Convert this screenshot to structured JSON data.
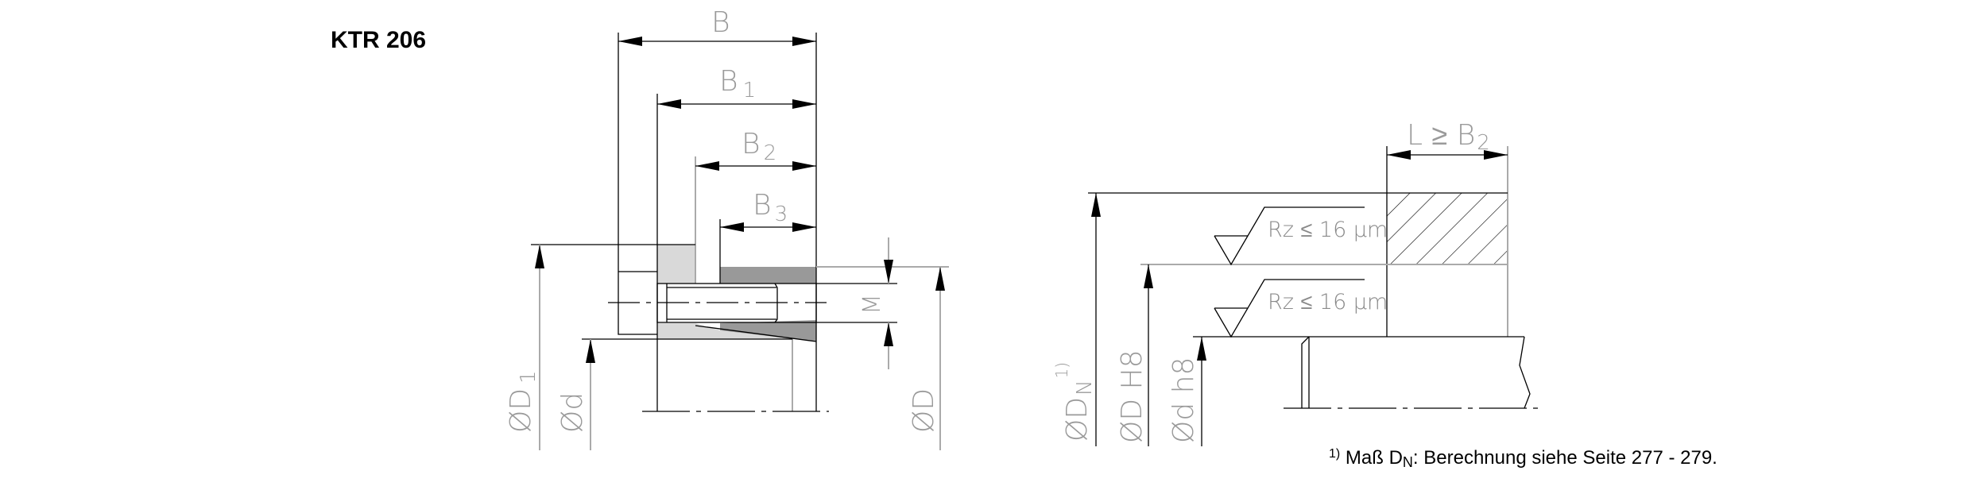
{
  "title": "KTR 206",
  "left_drawing": {
    "dim_B": {
      "main": "B"
    },
    "dim_B1": {
      "main": "B",
      "sub": "1"
    },
    "dim_B2": {
      "main": "B",
      "sub": "2"
    },
    "dim_B3": {
      "main": "B",
      "sub": "3"
    },
    "dim_D1": {
      "main": "ØD",
      "sub": "1"
    },
    "dim_d": {
      "main": "Ød"
    },
    "dim_D": {
      "main": "ØD"
    },
    "dim_M": {
      "main": "M"
    },
    "colors": {
      "light_fill": "#d9d9d9",
      "dark_fill": "#999999"
    }
  },
  "right_drawing": {
    "dim_L": {
      "main": "L  ≥  B",
      "sub": "2"
    },
    "dim_DN": {
      "main": "ØD",
      "sub": "N",
      "note": "1)"
    },
    "dim_DH8": {
      "main": "ØD H8"
    },
    "dim_dh8": {
      "main": "Ød h8"
    },
    "roughness_top": "Rz ≤ 16 µm",
    "roughness_bottom": "Rz ≤ 16 µm"
  },
  "footnote": {
    "mark": "1)",
    "text_a": " Maß D",
    "sub": "N",
    "text_b": ": Berechnung siehe Seite 277 - 279."
  }
}
